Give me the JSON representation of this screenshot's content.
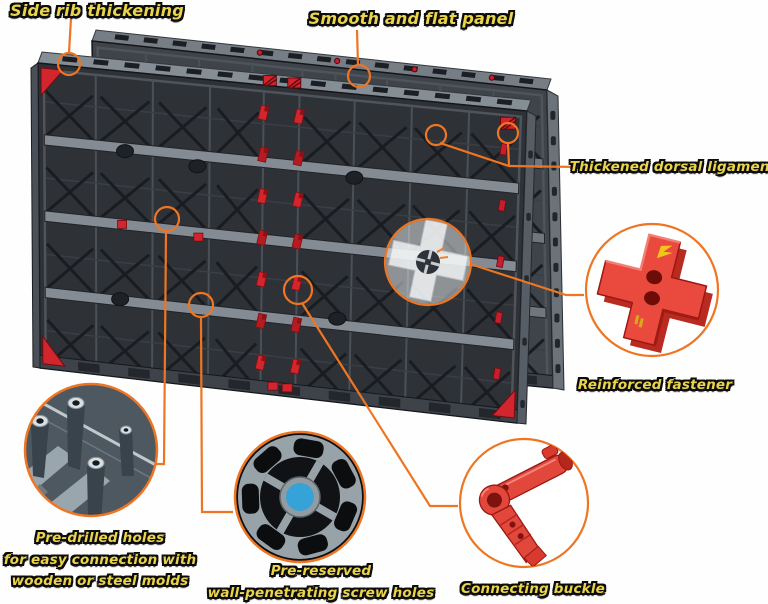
{
  "palette": {
    "accent_orange": "#ee7623",
    "label_yellow": "#e9d44c",
    "label_outline": "#0c0c0c",
    "panel_front_gray": "#2e3237",
    "panel_back_gray": "#3f444b",
    "rib_gray": "#4a5057",
    "ledge_gray": "#848b93",
    "top_face_gray": "#858d95",
    "accent_red": "#d3252e",
    "part_red": "#e8493d",
    "deep_red": "#b5271d",
    "screw_hole_blue": "#35a3d7"
  },
  "callouts": {
    "side_rib_thickening": {
      "label": "Side rib thickening"
    },
    "smooth_flat_panel": {
      "label": "Smooth and flat panel"
    },
    "thickened_dorsal_ligament": {
      "label": "Thickened dorsal ligament"
    },
    "reinforced_fastener": {
      "label": "Reinforced fastener"
    },
    "pre_drilled_holes": {
      "line1": "Pre-drilled holes",
      "line2": "for easy connection with",
      "line3": "wooden or steel molds"
    },
    "pre_reserved_screw_holes": {
      "line1": "Pre-reserved",
      "line2": "wall-penetrating screw holes"
    },
    "connecting_buckle": {
      "label": "Connecting buckle"
    }
  }
}
